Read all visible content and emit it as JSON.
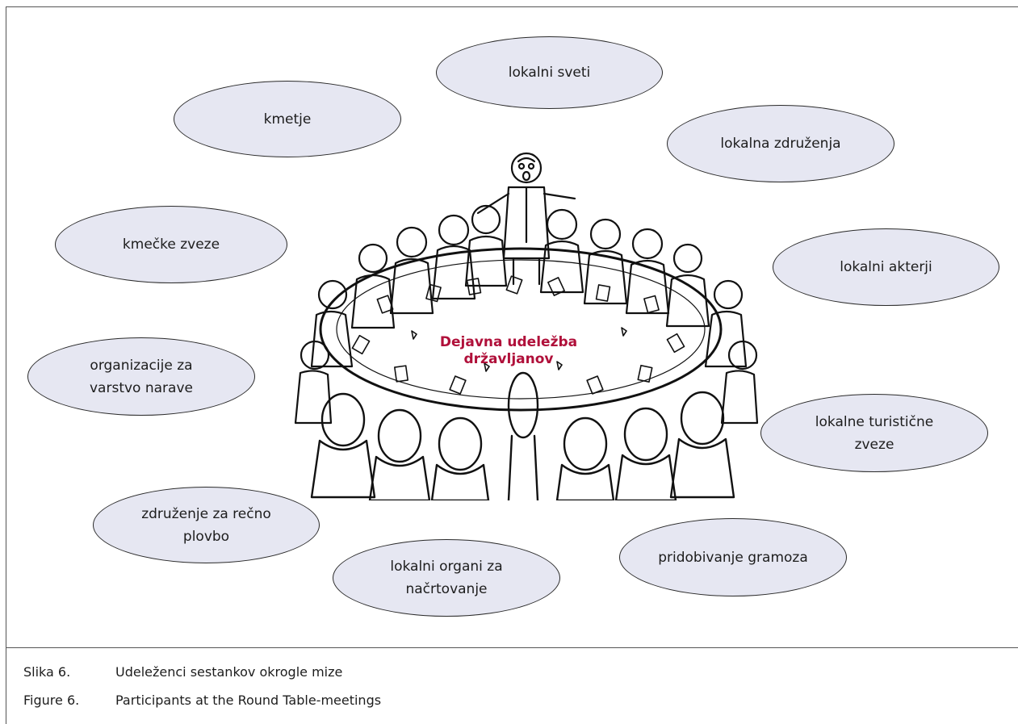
{
  "diagram": {
    "center_label": "Dejavna udeležba\ndržavljanov",
    "participants": [
      "lokalni sveti",
      "kmetje",
      "lokalna združenja",
      "kmečke zveze",
      "lokalni akterji",
      "organizacije za\nvarstvo narave",
      "lokalne turistične\nzveze",
      "združenje za rečno\nplovbo",
      "pridobivanje gramoza",
      "lokalni organi za\nnačrtovanje"
    ]
  },
  "captions": [
    {
      "number": "Slika 6.",
      "text": "Udeleženci sestankov okrogle mize"
    },
    {
      "number": "Figure 6.",
      "text": "Participants at the Round Table-meetings"
    }
  ],
  "colors": {
    "bubble_fill": "#e6e7f2",
    "center_label": "#b0103a"
  }
}
